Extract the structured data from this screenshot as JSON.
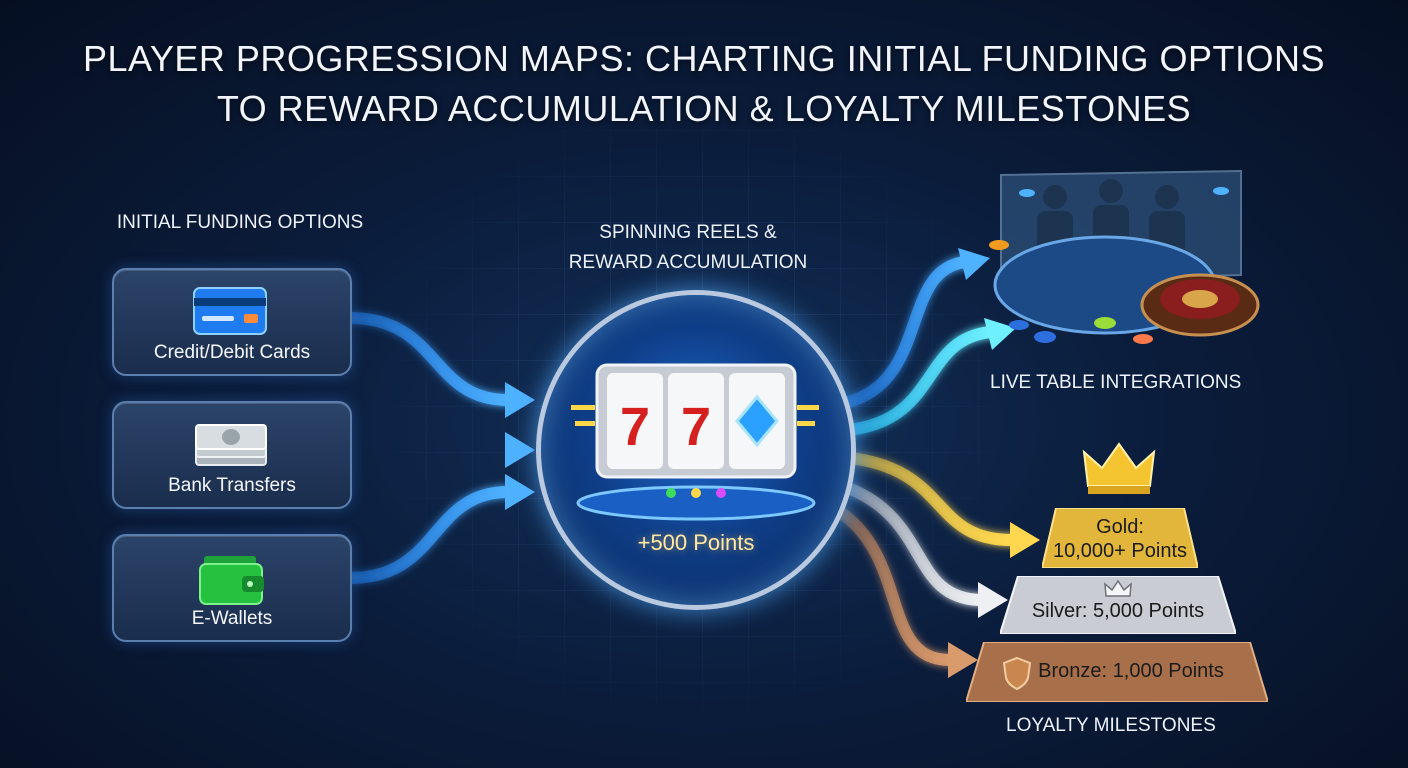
{
  "title": {
    "line1": "PLAYER PROGRESSION MAPS: CHARTING INITIAL FUNDING OPTIONS",
    "line2": "TO REWARD ACCUMULATION & LOYALTY MILESTONES"
  },
  "funding": {
    "heading": "INITIAL FUNDING OPTIONS",
    "options": [
      {
        "label": "Credit/Debit Cards",
        "icon": "credit-card-icon"
      },
      {
        "label": "Bank Transfers",
        "icon": "cash-stack-icon"
      },
      {
        "label": "E-Wallets",
        "icon": "wallet-icon"
      }
    ]
  },
  "reels": {
    "heading_line1": "SPINNING REELS &",
    "heading_line2": "REWARD ACCUMULATION",
    "symbols": [
      "7",
      "7",
      "diamond"
    ],
    "points": "+500 Points"
  },
  "live": {
    "label": "LIVE TABLE INTEGRATIONS",
    "icon": "live-casino-table-icon"
  },
  "loyalty": {
    "label": "LOYALTY MILESTONES",
    "tiers": [
      {
        "line1": "Gold:",
        "line2": "10,000+ Points",
        "icon": "crown-icon",
        "color": "#e2b63a"
      },
      {
        "label": "Silver: 5,000 Points",
        "icon": "small-crown-icon",
        "color": "#c9ccd3"
      },
      {
        "label": "Bronze: 1,000 Points",
        "icon": "shield-icon",
        "color": "#a8704a"
      }
    ]
  },
  "colors": {
    "background": "#0b1d3c",
    "flow_blue": "#3aa4ff",
    "flow_cyan": "#52e2ff",
    "flow_gold": "#f4cc45",
    "flow_silver": "#d5d8de",
    "flow_bronze": "#c88a5e"
  }
}
